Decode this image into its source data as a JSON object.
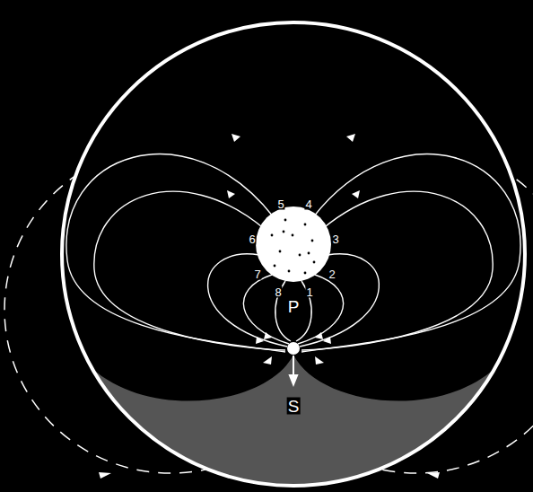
{
  "diagram": {
    "labels": [
      "5",
      "4",
      "6",
      "3",
      "7",
      "2",
      "8",
      "1",
      "P",
      "S"
    ]
  }
}
